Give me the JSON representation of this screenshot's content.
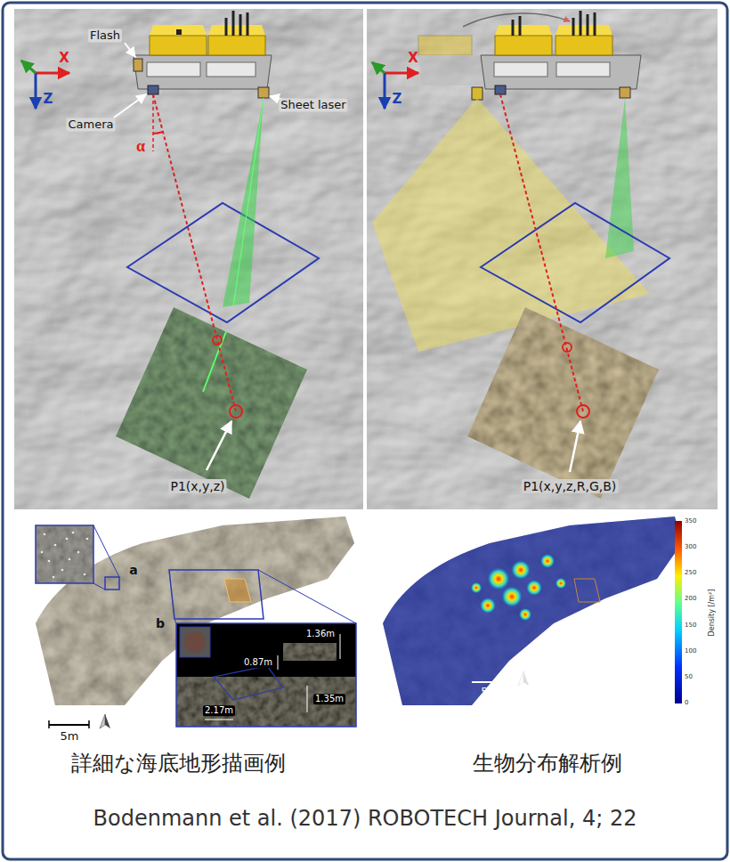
{
  "diagram": {
    "caption": "Bodenmann et al. (2017) ROBOTECH Journal, 4; 22",
    "labels": [
      "X",
      "Z",
      "Flash",
      "Sheet laser",
      "Camera",
      "α",
      "P1(x,y,z)",
      "X",
      "Z",
      "P1(x,y,z,R,G,B)",
      "a",
      "b",
      "1.36m",
      "0.87m",
      "1.35m",
      "2.17m",
      "5m",
      "350",
      "300",
      "250",
      "200",
      "150",
      "100",
      "50",
      "0",
      "Density [/m²]",
      "5m",
      "詳細な海底地形描画例",
      "生物分布解析例"
    ]
  }
}
